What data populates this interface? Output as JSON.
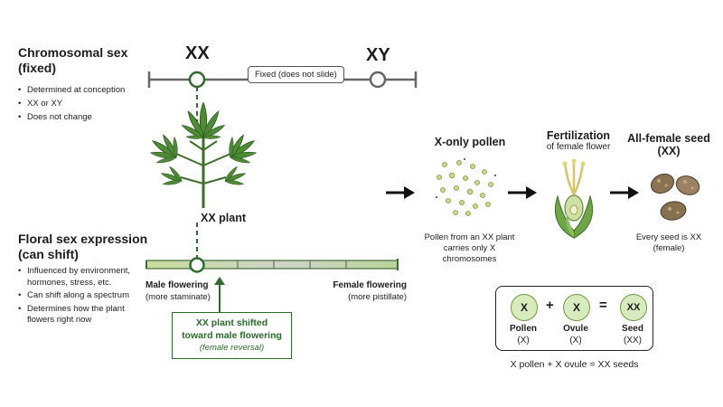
{
  "chromosomal": {
    "title_line1": "Chromosomal sex",
    "title_line2": "(fixed)",
    "bullets": [
      "Determined at conception",
      "XX or XY",
      "Does not change"
    ],
    "xx_label": "XX",
    "xy_label": "XY",
    "fixed_note": "Fixed (does not slide)"
  },
  "plant": {
    "label": "XX plant"
  },
  "floral": {
    "title_line1": "Floral sex expression",
    "title_line2": "(can shift)",
    "bullets": [
      "Influenced by environment, hormones, stress, etc.",
      "Can shift along a spectrum",
      "Determines how the plant flowers right now"
    ],
    "male_label": "Male flowering",
    "male_sub": "(more staminate)",
    "female_label": "Female flowering",
    "female_sub": "(more pistillate)",
    "callout_line1": "XX plant shifted",
    "callout_line2": "toward male flowering",
    "callout_line3": "(female reversal)"
  },
  "flow": {
    "pollen_title": "X-only pollen",
    "pollen_caption": [
      "Pollen from an XX plant",
      "carries only X",
      "chromosomes"
    ],
    "fert_title": "Fertilization",
    "fert_sub": "of female flower",
    "seed_title": "All-female seed",
    "seed_sub": "(XX)",
    "seed_caption": [
      "Every seed is XX",
      "(female)"
    ]
  },
  "equation": {
    "pollen_gene": "X",
    "ovule_gene": "X",
    "seed_gene": "XX",
    "plus": "+",
    "equals": "=",
    "pollen_label": "Pollen",
    "pollen_sub": "(X)",
    "ovule_label": "Ovule",
    "ovule_sub": "(X)",
    "seed_label": "Seed",
    "seed_sub": "(XX)",
    "summary": "X pollen + X ovule = XX seeds"
  },
  "colors": {
    "green_dark": "#2f6b2f",
    "leaf": "#4f8a35",
    "seed_brown": "#8a7355",
    "pollen": "#c9d98c"
  }
}
